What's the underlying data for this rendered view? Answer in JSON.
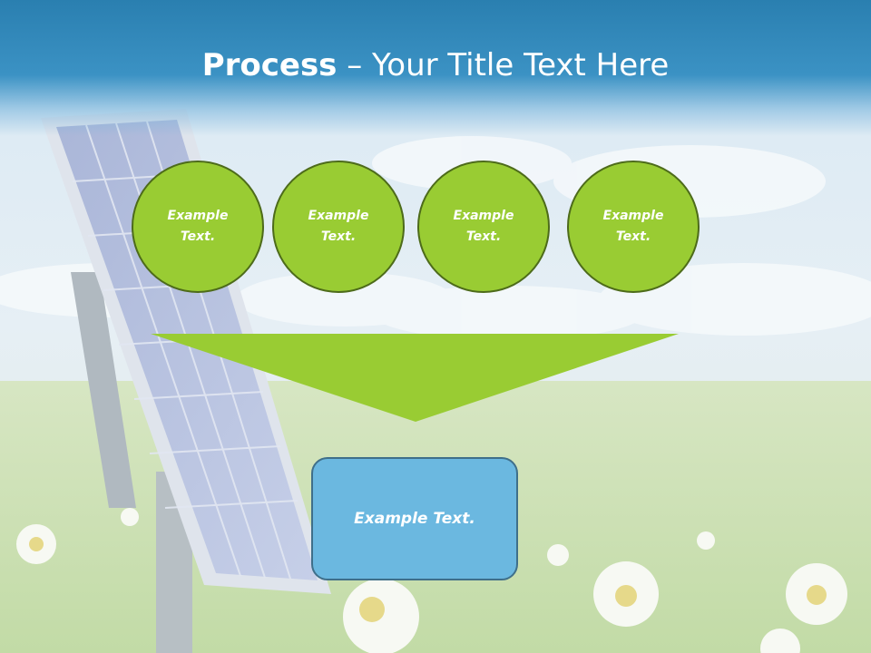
{
  "slide": {
    "title_bold": "Process",
    "title_rest": " – Your Title Text Here"
  },
  "circles": [
    {
      "text": "Example Text."
    },
    {
      "text": "Example Text."
    },
    {
      "text": "Example Text."
    },
    {
      "text": "Example Text."
    }
  ],
  "result": {
    "text": "Example Text."
  },
  "colors": {
    "header_blue": "#2a7fb0",
    "circle_green": "#99cc33",
    "circle_border": "#4d6b1a",
    "funnel_green": "#99cc33",
    "result_blue": "#6bb8e0"
  }
}
